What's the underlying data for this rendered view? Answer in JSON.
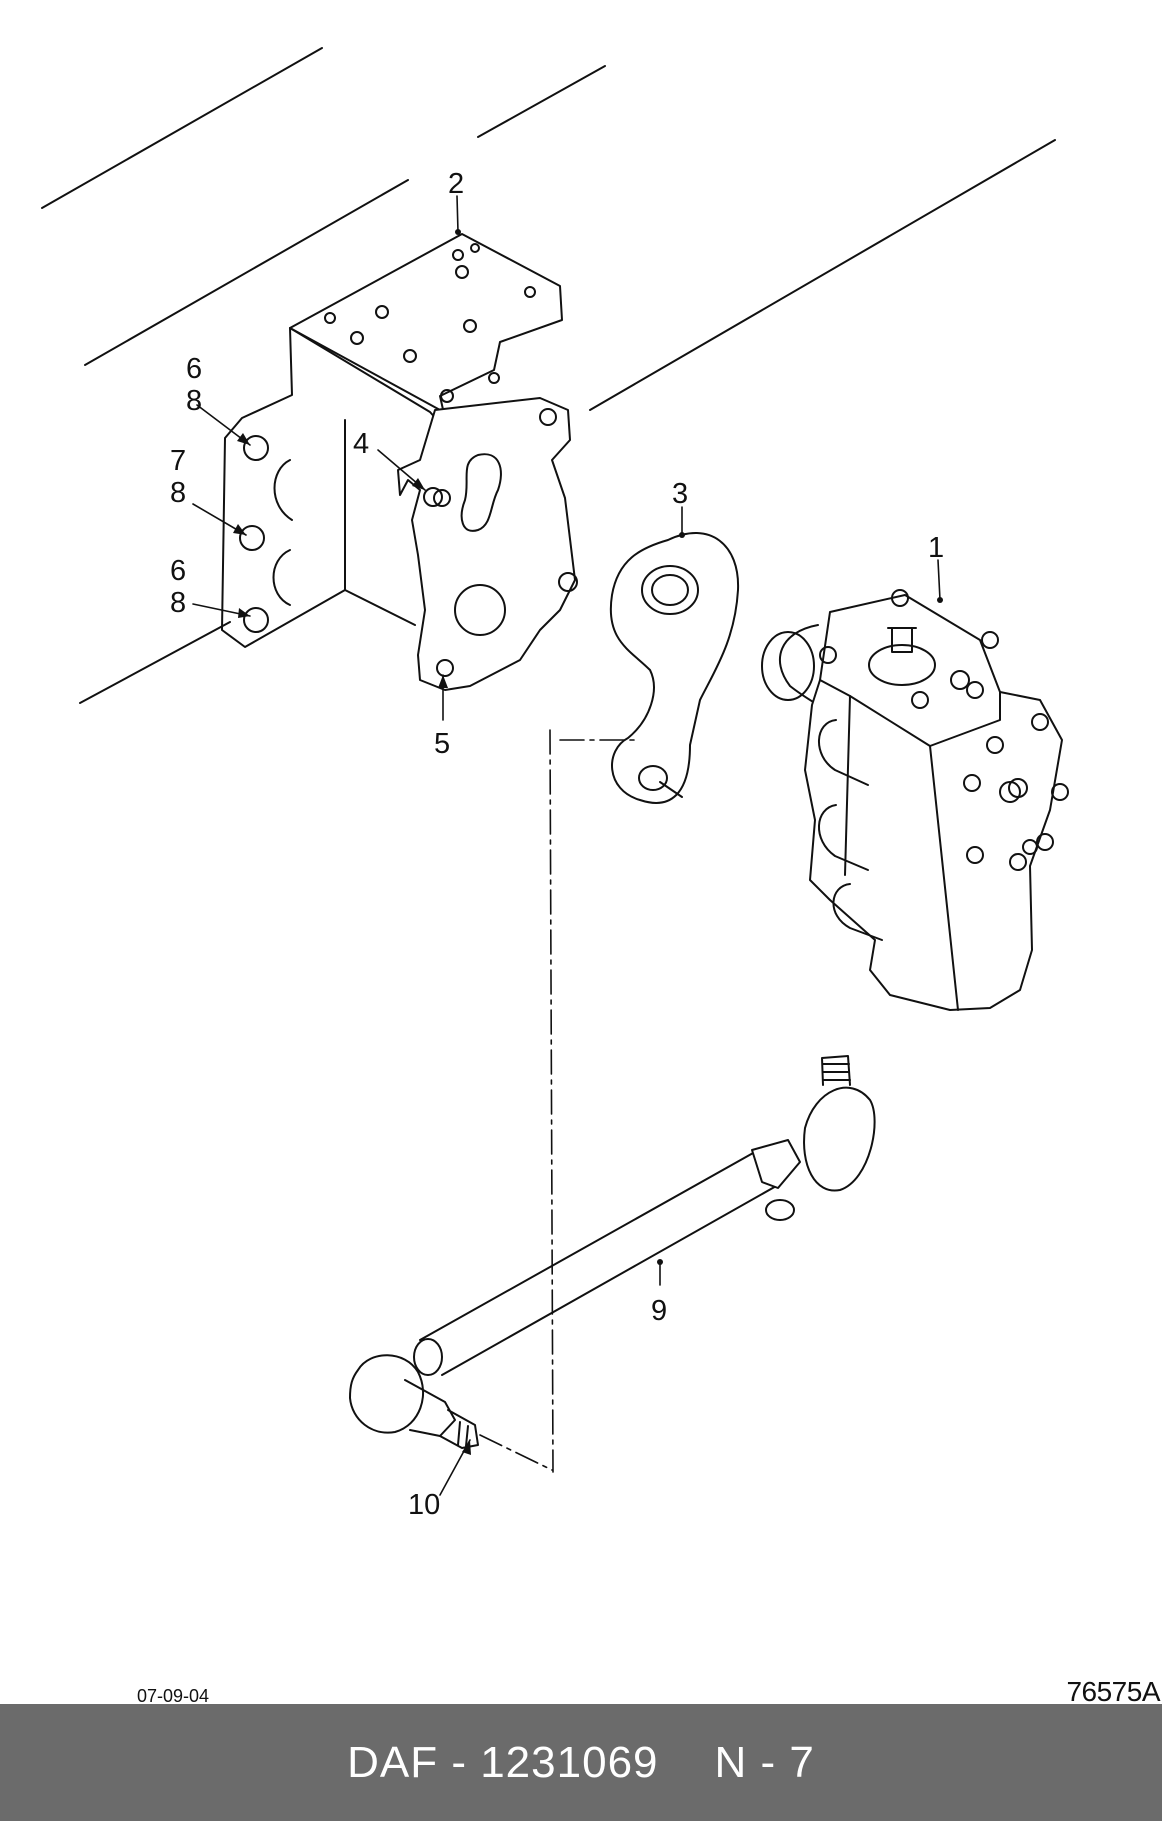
{
  "diagram": {
    "callouts": {
      "c1": "1",
      "c2": "2",
      "c3": "3",
      "c4": "4",
      "c5": "5",
      "c6a": "6",
      "c8a": "8",
      "c7": "7",
      "c8b": "8",
      "c6b": "6",
      "c8c": "8",
      "c9": "9",
      "c10": "10"
    },
    "parts": {
      "steering_box": "steering-gear-box",
      "bracket": "mounting-bracket",
      "arm": "pitman-arm",
      "rod": "drag-link",
      "ball_joint": "ball-joint"
    }
  },
  "meta": {
    "date_code": "07-09-04",
    "drawing_code": "76575A"
  },
  "footer": {
    "part_label": "DAF - 1231069",
    "page_ref": "N - 7"
  }
}
